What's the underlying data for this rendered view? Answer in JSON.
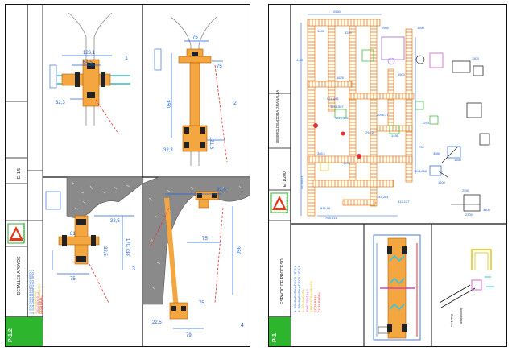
{
  "sheets": [
    {
      "sheet_code": "P-1.2",
      "sheet_title": "DETALLES APOYOS",
      "scale": "E: 1/5",
      "logo_caption": "PLATAFORMAS",
      "legend": [
        "1. SOLDADURA APOYO TIPO 1",
        "2. SOLDADURA APOYO TIPO 2",
        "3. SOLDADURA",
        "100X100X10 L2",
        "ARRIOSTRAMIENTO",
        "COTA REAL",
        "COTA PERFIL"
      ],
      "detail_numbers": [
        "1",
        "2",
        "3",
        "4"
      ],
      "dims": {
        "d1_top": "126,1",
        "d1_mid": "64,5",
        "d1_left": "32,3",
        "d2_top": "75",
        "d2_right": "75",
        "d2_vert": "350",
        "d2_low": "121,5",
        "d2_left": "32,3",
        "d3_right": "32,5",
        "d3_diag": "170,738",
        "d3_low": "81",
        "d3_vert": "32,5",
        "d3_bot": "75",
        "d4_top": "32,5",
        "d4_mid": "75",
        "d4_vert": "350",
        "d4_bot1": "75",
        "d4_bot2": "79",
        "d4_left": "22,5"
      }
    },
    {
      "sheet_code": "P-1",
      "sheet_title": "ESPACIO DE PROCESO",
      "subtitle": "DESMOLDEADORA GRANALLA",
      "scale": "E: 1/200",
      "logo_caption": "PLATAFORMAS",
      "legend": [
        "1. SOLDADURA APOYO TIPO 1",
        "2. SOLDADURA APOYO TIPO 2",
        "3. SOLDADURA",
        "100X100X10 L2",
        "ARRIOSTRAMIENTO",
        "COTA REAL",
        "COTA PERFIL"
      ],
      "plan_dims": [
        "2550",
        "4185",
        "3250",
        "1045",
        "2500",
        "1950",
        "1625",
        "1500",
        "1500",
        "824,443",
        "1246,557",
        "1013,905",
        "2096,37",
        "294,2",
        "1495",
        "1290",
        "750",
        "3580",
        "1350",
        "386,1",
        "1200",
        "1114,868",
        "745,284",
        "312,127",
        "2550",
        "2300",
        "3400",
        "836,86",
        "768,311",
        "1200",
        "12950,96"
      ],
      "cross_section": {
        "note_a": "Cota 1,4m",
        "note_b": "Apoyo placas"
      },
      "callouts": [
        "1",
        "2",
        "3",
        "4"
      ]
    }
  ]
}
